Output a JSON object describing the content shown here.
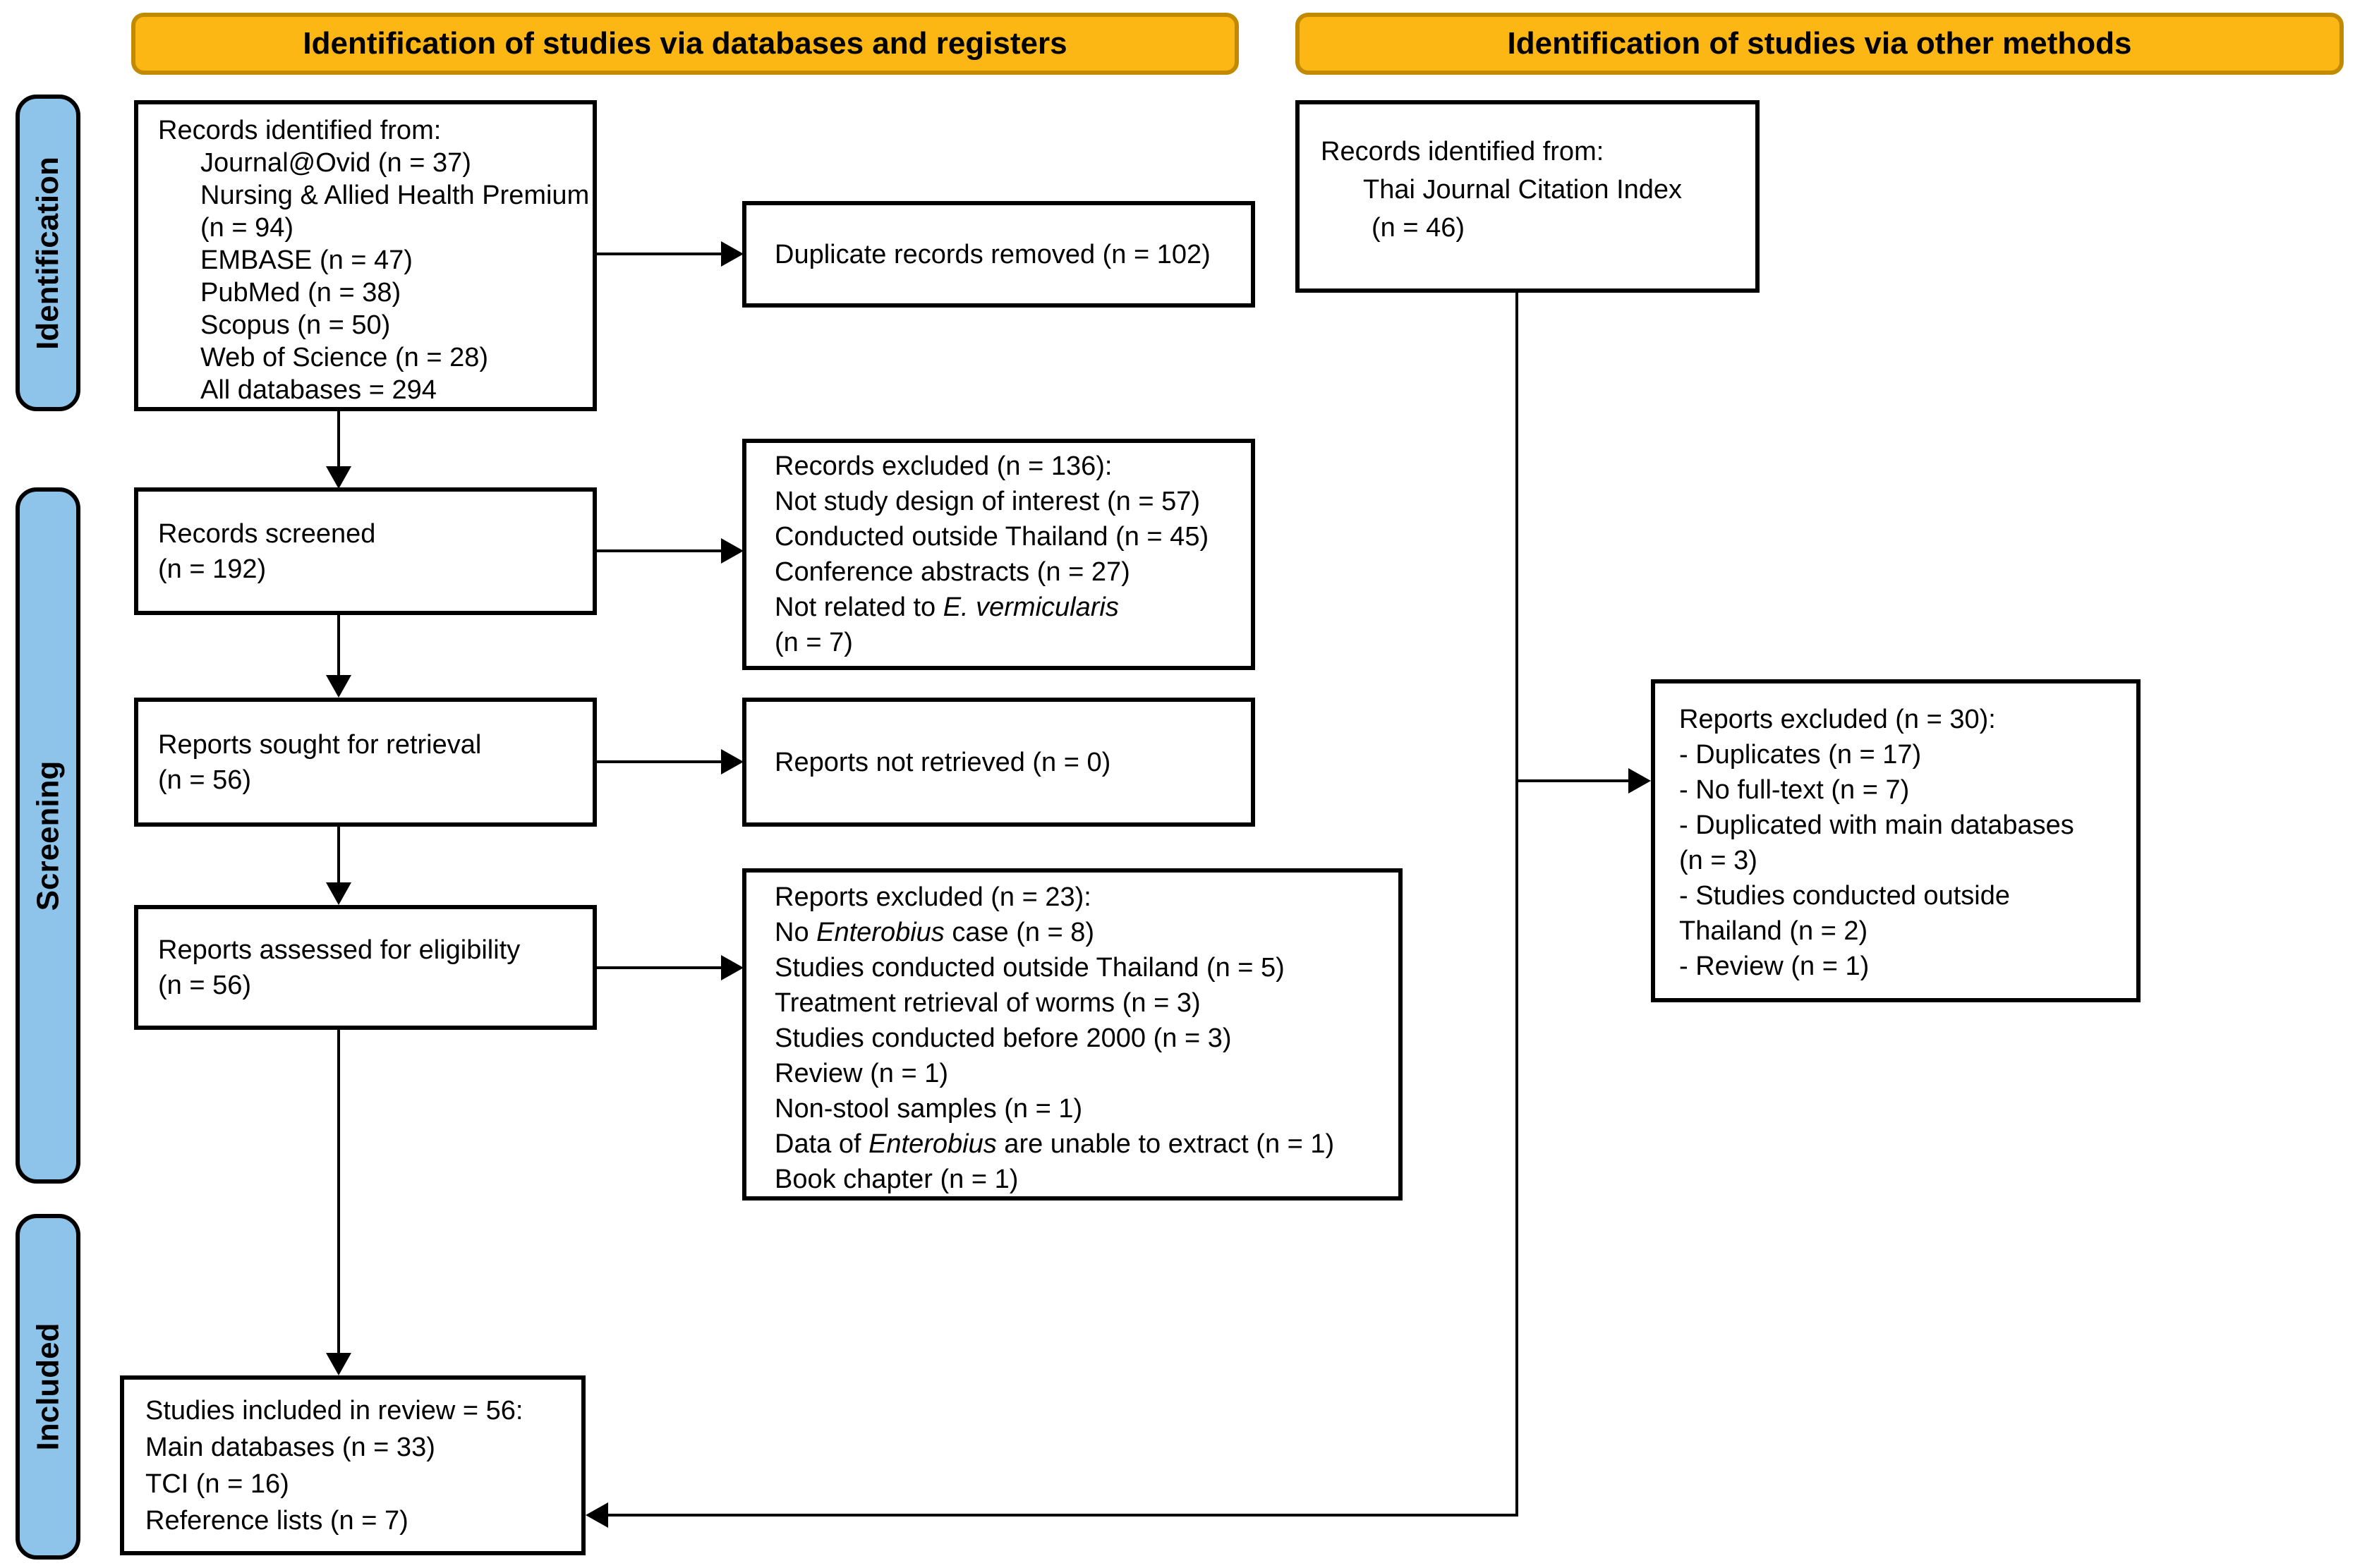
{
  "headers": {
    "databases": "Identification of studies via databases and registers",
    "other_methods": "Identification of studies via other methods"
  },
  "sidebar": {
    "identification": "Identification",
    "screening": "Screening",
    "included": "Included"
  },
  "colors": {
    "header_fill": "#FCB714",
    "header_border": "#C18A00",
    "sidebar_fill": "#8EC4E9",
    "box_border": "#000000",
    "arrow": "#000000",
    "background": "#FFFFFF",
    "text": "#000000"
  },
  "boxes": {
    "records_identified_databases": {
      "lines": [
        "Records identified from:",
        "Journal@Ovid (n = 37)",
        "Nursing & Allied Health Premium",
        "(n = 94)",
        "EMBASE (n = 47)",
        "PubMed (n = 38)",
        "Scopus (n = 50)",
        "Web of Science (n = 28)",
        "All databases = 294"
      ]
    },
    "duplicate_records_removed": {
      "lines": [
        "Duplicate records removed (n = 102)"
      ]
    },
    "records_screened": {
      "lines": [
        "Records screened",
        "(n = 192)"
      ]
    },
    "records_excluded_136": {
      "lines": [
        "Records excluded (n = 136):",
        "Not study design of interest (n = 57)",
        "Conducted outside Thailand (n = 45)",
        "Conference abstracts (n = 27)",
        {
          "pre": "Not related to ",
          "it": "E. vermicularis",
          "post": ""
        },
        "(n = 7)"
      ]
    },
    "reports_sought": {
      "lines": [
        "Reports sought for retrieval",
        "(n = 56)"
      ]
    },
    "reports_not_retrieved": {
      "lines": [
        "Reports not retrieved (n = 0)"
      ]
    },
    "reports_assessed": {
      "lines": [
        "Reports assessed for eligibility",
        "(n = 56)"
      ]
    },
    "reports_excluded_23": {
      "lines": [
        "Reports excluded (n = 23):",
        {
          "pre": "No ",
          "it": "Enterobius",
          "post": " case (n = 8)"
        },
        "Studies conducted outside Thailand (n = 5)",
        "Treatment retrieval of worms (n = 3)",
        "Studies conducted before 2000 (n = 3)",
        "Review (n = 1)",
        "Non-stool samples (n = 1)",
        {
          "pre": "Data of ",
          "it": "Enterobius",
          "post": " are unable to extract (n = 1)"
        },
        "Book chapter (n = 1)"
      ]
    },
    "records_identified_tci": {
      "lines": [
        "Records identified from:",
        "Thai Journal Citation Index",
        "(n = 46)"
      ]
    },
    "reports_excluded_30": {
      "lines": [
        "Reports excluded (n = 30):",
        "- Duplicates (n = 17)",
        "- No full-text (n = 7)",
        "- Duplicated with main databases",
        "(n = 3)",
        "- Studies conducted outside",
        "Thailand (n = 2)",
        "- Review (n = 1)"
      ]
    },
    "studies_included": {
      "lines": [
        "Studies included in review = 56:",
        "Main databases (n = 33)",
        "TCI (n = 16)",
        "Reference lists (n = 7)"
      ]
    }
  }
}
